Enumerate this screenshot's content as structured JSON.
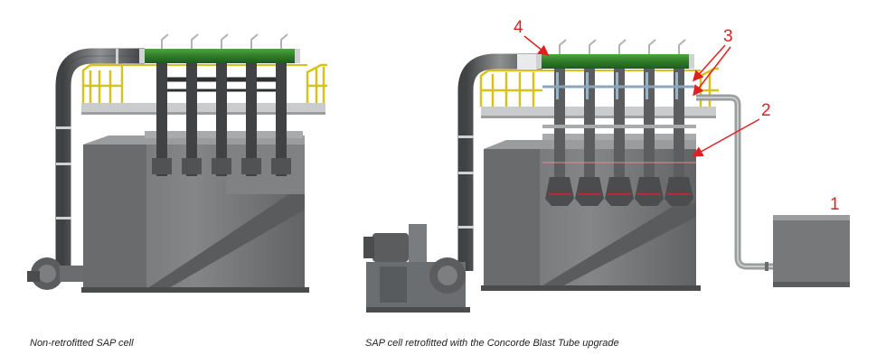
{
  "captions": {
    "left": "Non-retrofitted SAP cell",
    "right": "SAP cell retrofitted with the Concorde Blast Tube upgrade"
  },
  "callouts": [
    "1",
    "2",
    "3",
    "4"
  ],
  "colors": {
    "tank": "#77787a",
    "tank_dark": "#5c5d5f",
    "pipe": "#505254",
    "pipe_light": "#8a8c8e",
    "header_green": "#2f7d28",
    "railing": "#d6c11e",
    "platform": "#c9cbcd",
    "annotation": "#e02020",
    "motor": "#6b6e70"
  }
}
